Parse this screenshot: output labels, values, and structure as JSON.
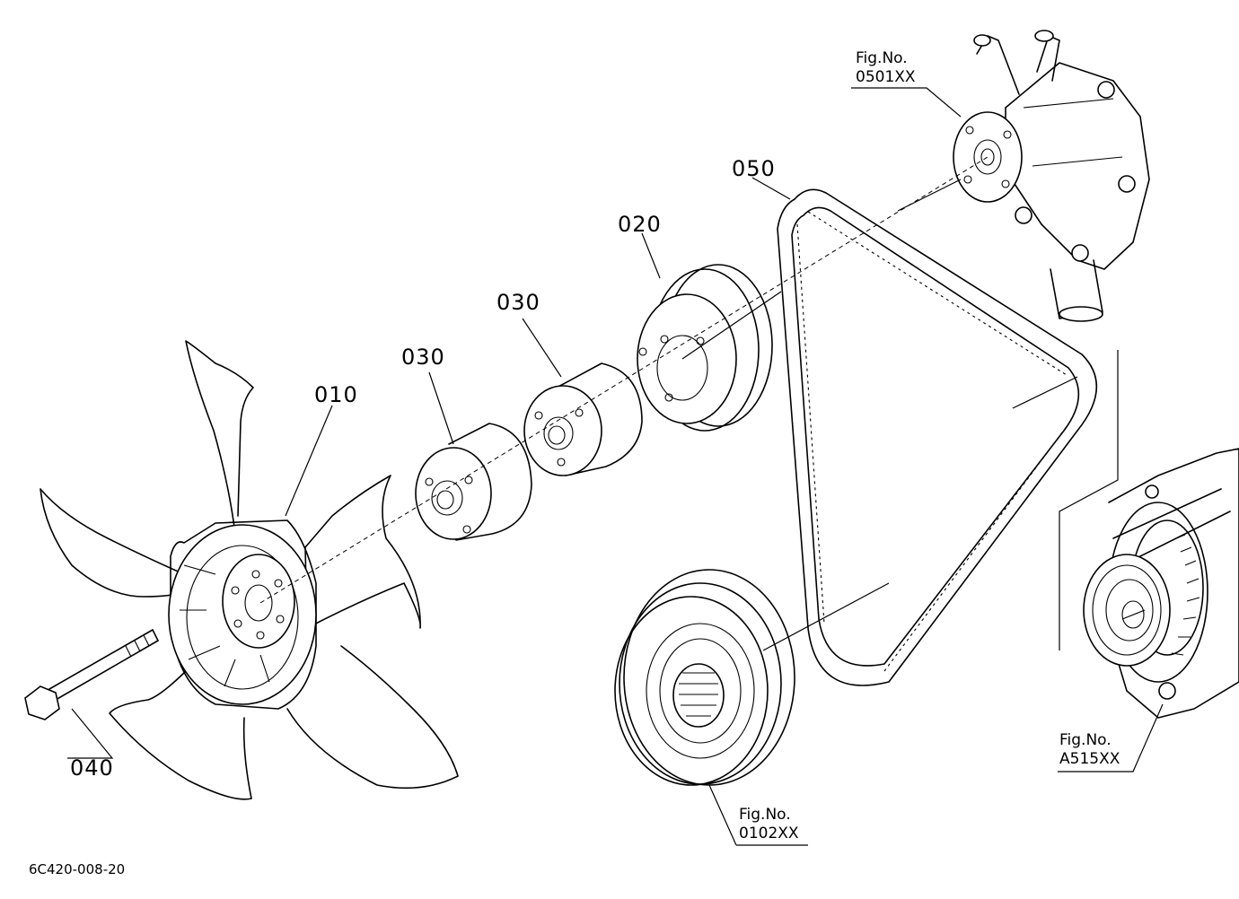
{
  "parts": [
    {
      "key": "p010",
      "number": "010"
    },
    {
      "key": "p020",
      "number": "020"
    },
    {
      "key": "p030a",
      "number": "030"
    },
    {
      "key": "p030b",
      "number": "030"
    },
    {
      "key": "p040",
      "number": "040"
    },
    {
      "key": "p050",
      "number": "050"
    }
  ],
  "figure_refs": [
    {
      "key": "water_pump",
      "caption": "Fig.No.",
      "code": "0501XX"
    },
    {
      "key": "crank_pulley",
      "caption": "Fig.No.",
      "code": "0102XX"
    },
    {
      "key": "alternator",
      "caption": "Fig.No.",
      "code": "A515XX"
    }
  ],
  "drawing_code": "6C420-008-20"
}
